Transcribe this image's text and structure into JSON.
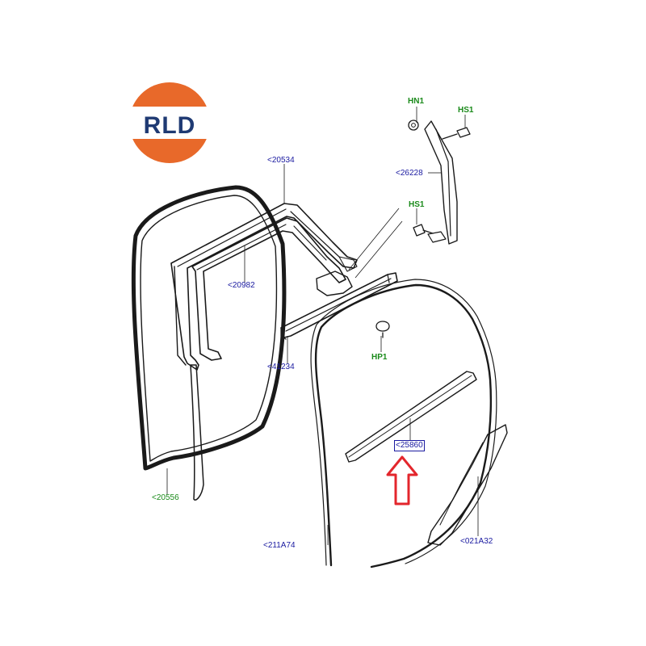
{
  "logo": {
    "text": "RLD"
  },
  "colors": {
    "callout_blue": "#1a1aa0",
    "callout_green": "#1a8a1a",
    "arrow_red": "#e3262c",
    "logo_orange": "#e8692a",
    "logo_navy": "#1f3a73"
  },
  "callouts": {
    "c20534": "<20534",
    "c20982": "<20982",
    "c20556": "<20556",
    "c41234": "<41234",
    "c26228": "<26228",
    "c25860": "<25860",
    "c211A74": "<211A74",
    "c021A32": "<021A32",
    "hn1": "HN1",
    "hs1_top": "HS1",
    "hs1_mid": "HS1",
    "hp1": "HP1"
  }
}
